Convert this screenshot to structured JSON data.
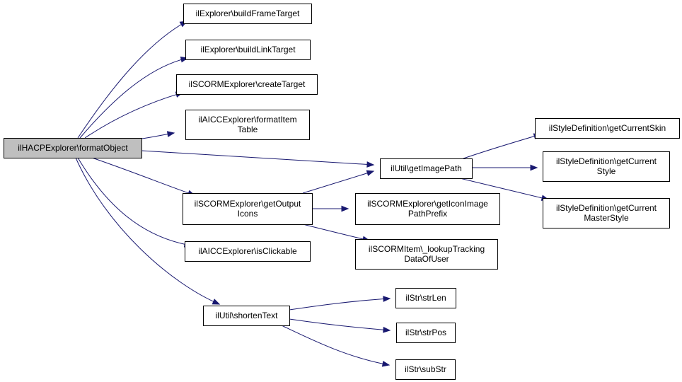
{
  "colors": {
    "edge": "#191970",
    "root_fill": "#bfbfbf",
    "node_fill": "#ffffff",
    "border": "#000000"
  },
  "nodes": [
    {
      "id": "n0",
      "lines": [
        "ilHACPExplorer\\formatObject"
      ]
    },
    {
      "id": "n1",
      "lines": [
        "ilExplorer\\buildFrameTarget"
      ]
    },
    {
      "id": "n2",
      "lines": [
        "ilExplorer\\buildLinkTarget"
      ]
    },
    {
      "id": "n3",
      "lines": [
        "ilSCORMExplorer\\createTarget"
      ]
    },
    {
      "id": "n4",
      "lines": [
        "ilAICCExplorer\\formatItem",
        "Table"
      ]
    },
    {
      "id": "n5",
      "lines": [
        "ilSCORMExplorer\\getOutput",
        "Icons"
      ]
    },
    {
      "id": "n6",
      "lines": [
        "ilAICCExplorer\\isClickable"
      ]
    },
    {
      "id": "n7",
      "lines": [
        "ilUtil\\shortenText"
      ]
    },
    {
      "id": "n8",
      "lines": [
        "ilUtil\\getImagePath"
      ]
    },
    {
      "id": "n9",
      "lines": [
        "ilSCORMExplorer\\getIconImage",
        "PathPrefix"
      ]
    },
    {
      "id": "n10",
      "lines": [
        "ilSCORMItem\\_lookupTracking",
        "DataOfUser"
      ]
    },
    {
      "id": "n11",
      "lines": [
        "ilStr\\strLen"
      ]
    },
    {
      "id": "n12",
      "lines": [
        "ilStr\\strPos"
      ]
    },
    {
      "id": "n13",
      "lines": [
        "ilStr\\subStr"
      ]
    },
    {
      "id": "n14",
      "lines": [
        "ilStyleDefinition\\getCurrentSkin"
      ]
    },
    {
      "id": "n15",
      "lines": [
        "ilStyleDefinition\\getCurrent",
        "Style"
      ]
    },
    {
      "id": "n16",
      "lines": [
        "ilStyleDefinition\\getCurrent",
        "MasterStyle"
      ]
    }
  ],
  "edges": [
    {
      "from": "n0",
      "to": "n1"
    },
    {
      "from": "n0",
      "to": "n2"
    },
    {
      "from": "n0",
      "to": "n3"
    },
    {
      "from": "n0",
      "to": "n4"
    },
    {
      "from": "n0",
      "to": "n8"
    },
    {
      "from": "n0",
      "to": "n5"
    },
    {
      "from": "n0",
      "to": "n6"
    },
    {
      "from": "n0",
      "to": "n7"
    },
    {
      "from": "n5",
      "to": "n8"
    },
    {
      "from": "n5",
      "to": "n9"
    },
    {
      "from": "n5",
      "to": "n10"
    },
    {
      "from": "n8",
      "to": "n14"
    },
    {
      "from": "n8",
      "to": "n15"
    },
    {
      "from": "n8",
      "to": "n16"
    },
    {
      "from": "n7",
      "to": "n11"
    },
    {
      "from": "n7",
      "to": "n12"
    },
    {
      "from": "n7",
      "to": "n13"
    }
  ]
}
